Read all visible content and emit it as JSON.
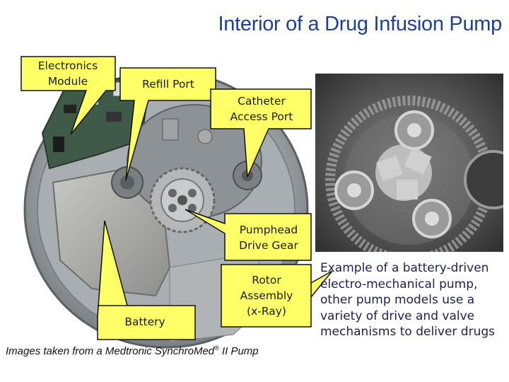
{
  "title": "Interior of a Drug Infusion Pump",
  "labels": {
    "electronics": "Electronics Module",
    "refill": "Refill Port",
    "catheter": "Catheter Access Port",
    "pumphead": "Pumphead Drive Gear",
    "battery": "Battery",
    "rotor": "Rotor Assembly (x-Ray)"
  },
  "caption": {
    "text": "Images taken from a Medtronic SynchroMed",
    "reg": "®",
    "suffix": " II Pump"
  },
  "description": "Example of a battery-driven electro-mechanical pump, other pump models use a variety of drive and valve mechanisms to deliver drugs",
  "colors": {
    "title": "#1f3f8f",
    "callout_fill": "#ffff66",
    "callout_stroke": "#111111"
  }
}
